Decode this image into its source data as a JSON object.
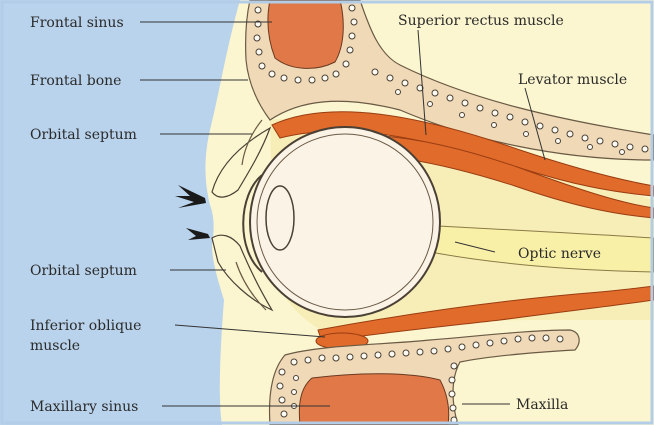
{
  "labels": {
    "frontal_sinus": "Frontal sinus",
    "frontal_bone": "Frontal bone",
    "orbital_septum_upper": "Orbital septum",
    "orbital_septum_lower": "Orbital septum",
    "inferior_oblique_line1": "Inferior oblique",
    "inferior_oblique_line2": "muscle",
    "maxillary_sinus": "Maxillary sinus",
    "superior_rectus": "Superior rectus muscle",
    "levator": "Levator muscle",
    "optic_nerve": "Optic nerve",
    "maxilla": "Maxilla"
  },
  "colors": {
    "background": "#b9d3ec",
    "frame_border": "#b3cde8",
    "skin": "#fbf6cf",
    "fat": "#f7edb6",
    "bone": "#efd9b6",
    "bone_cells": "#fbfbf4",
    "sinus": "#e07848",
    "muscle": "#e06b2a",
    "eyeball": "#fbf3e6",
    "optic_nerve": "#f9f0a8",
    "label_text": "#2a2a2a",
    "lashes": "#1a1a1a"
  }
}
